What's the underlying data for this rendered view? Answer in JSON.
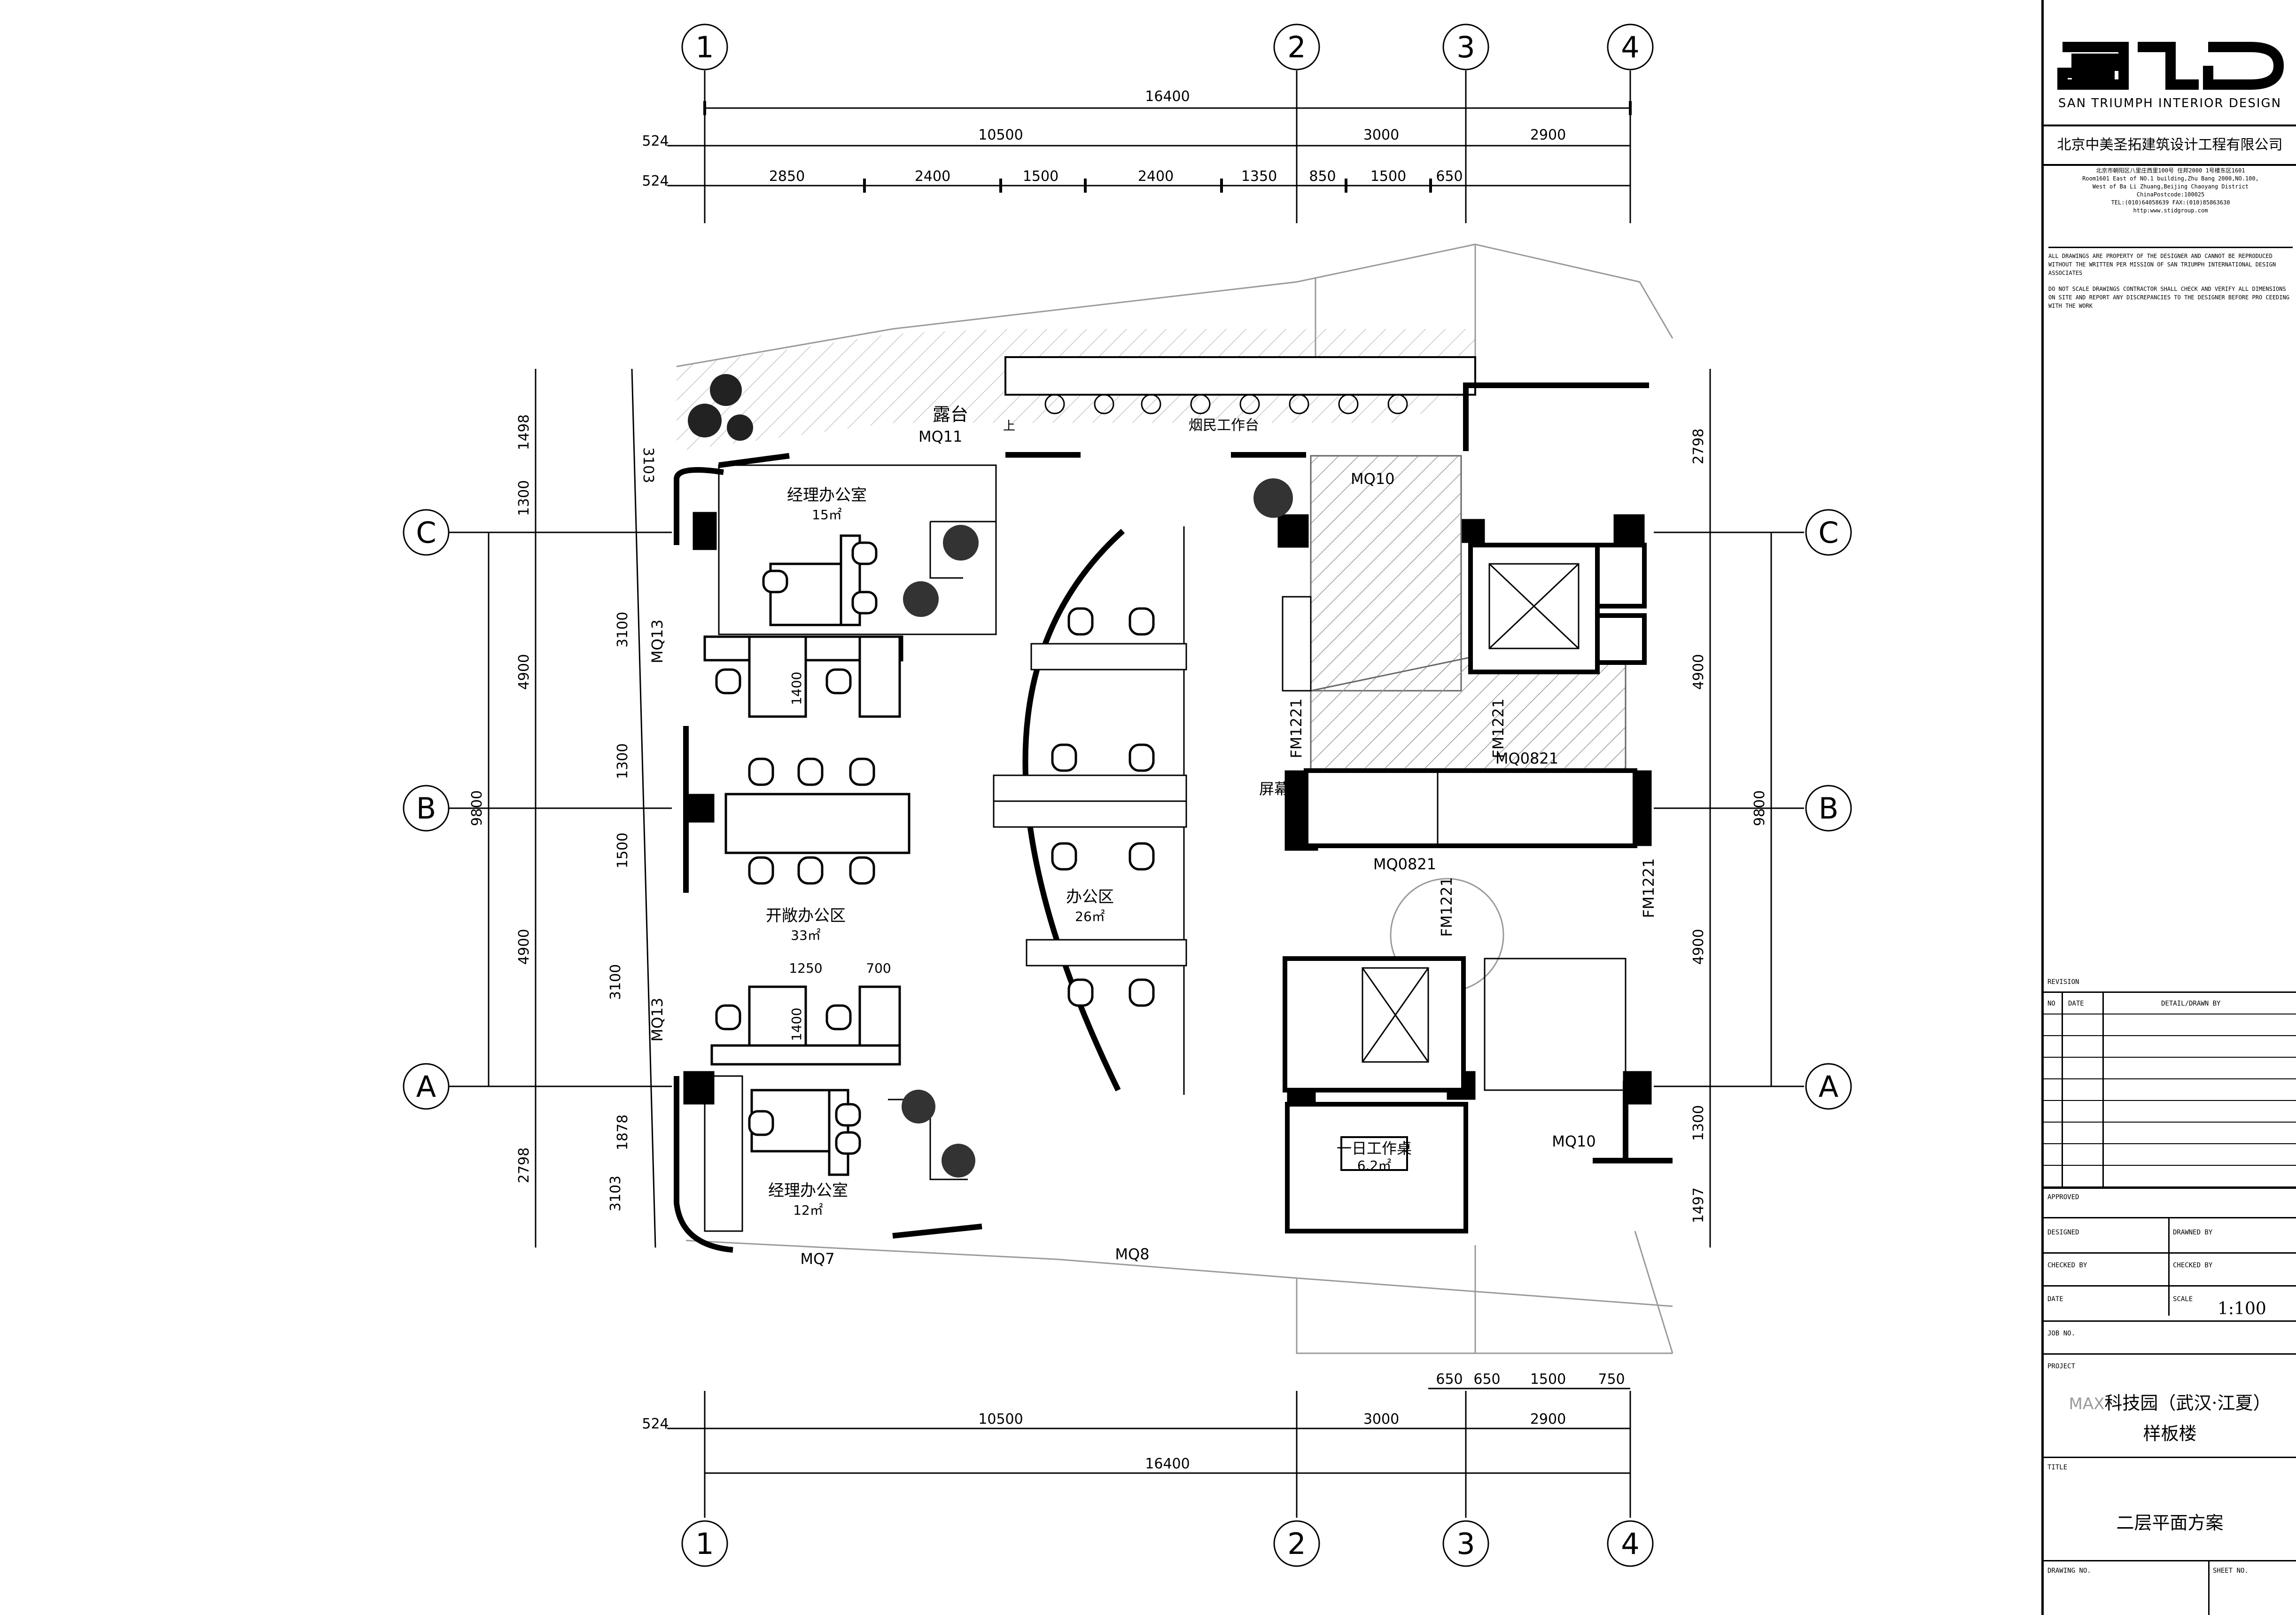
{
  "title_block": {
    "logo_text": "SID",
    "brand": "SAN TRIUMPH INTERIOR DESIGN",
    "company": "北京中美圣拓建筑设计工程有限公司",
    "address_lines": [
      "北京市朝阳区八里庄西里100号 住邦2000 1号楼东区1601",
      "Room1601 East of NO.1 building,Zhu Bang 2000,NO.100,",
      "West of Ba Li Zhuang,Beijing Chaoyang District",
      "ChinaPostcode:100025",
      "TEL:(010)64058639    FAX:(010)85863630",
      "http:www.stidgroup.com"
    ],
    "notice_1": "ALL DRAWINGS ARE PROPERTY OF THE DESIGNER AND CANNOT BE REPRODUCED WITHOUT THE WRITTEN PER MISSION OF SAN TRIUMPH  INTERNATIONAL DESIGN ASSOCIATES",
    "notice_2": "DO NOT SCALE DRAWINGS CONTRACTOR SHALL CHECK AND VERIFY ALL DIMENSIONS ON SITE AND REPORT ANY DISCREPANCIES TO THE DESIGNER BEFORE PRO        CEEDING WITH THE WORK",
    "revision_label": "REVISION",
    "no_label": "NO",
    "date_label": "DATE",
    "detail_label": "DETAIL/DRAWN BY",
    "approved_label": "APPROVED",
    "designed_label": "DESIGNED",
    "drawned_label": "DRAWNED BY",
    "checked_label": "CHECKED BY",
    "checked_label_2": "CHECKED BY",
    "date2_label": "DATE",
    "scale_label": "SCALE",
    "scale_value": "1:100",
    "job_label": "JOB NO.",
    "project_label": "PROJECT",
    "project_prefix": "MAX",
    "project_name": "科技园（武汉·江夏）",
    "project_sub": "样板楼",
    "title_label": "TITLE",
    "title_value": "二层平面方案",
    "drawing_no_label": "DRAWING NO.",
    "sheet_no_label": "SHEET NO."
  },
  "plan": {
    "axes_top": [
      "1",
      "2",
      "3",
      "4"
    ],
    "axes_side": [
      "C",
      "B",
      "A"
    ],
    "dims_top_total": "16400",
    "dims_top_mid": [
      "10500",
      "3000",
      "2900"
    ],
    "dims_top_detail": [
      "2850",
      "2400",
      "1500",
      "2400",
      "1350",
      "850",
      "1500",
      "650"
    ],
    "dims_offset": "524",
    "dims_bottom_small": [
      "650",
      "650",
      "1500",
      "750"
    ],
    "dims_bottom_mid": [
      "10500",
      "3000",
      "2900"
    ],
    "dims_bottom_total": "16400",
    "dims_left": [
      "1498",
      "1300",
      "4900",
      "9800",
      "4900",
      "2798"
    ],
    "dims_left_inner": [
      "3103",
      "3100",
      "1300",
      "1500",
      "3100",
      "1878",
      "3103"
    ],
    "dims_right": [
      "2798",
      "4900",
      "9800",
      "4900",
      "1300",
      "1497"
    ],
    "furniture_dims": [
      "1400",
      "1250",
      "700",
      "1400"
    ],
    "rooms": {
      "terrace": "露台",
      "smoker_desk": "烟民工作台",
      "up_mark": "上",
      "manager_top": "经理办公室",
      "manager_top_area": "15㎡",
      "open_office": "开敞办公区",
      "open_office_area": "33㎡",
      "office": "办公区",
      "office_area": "26㎡",
      "screen": "屏幕",
      "manager_bottom": "经理办公室",
      "manager_bottom_area": "12㎡",
      "one_day_desk": "一日工作桌",
      "one_day_area": "6.2㎡"
    },
    "tags": [
      "MQ11",
      "MQ13",
      "MQ13",
      "MQ7",
      "MQ8",
      "MQ10",
      "MQ10",
      "FM1221",
      "FM1221",
      "FM1221",
      "FM1221",
      "MQ0821",
      "MQ0821"
    ]
  }
}
